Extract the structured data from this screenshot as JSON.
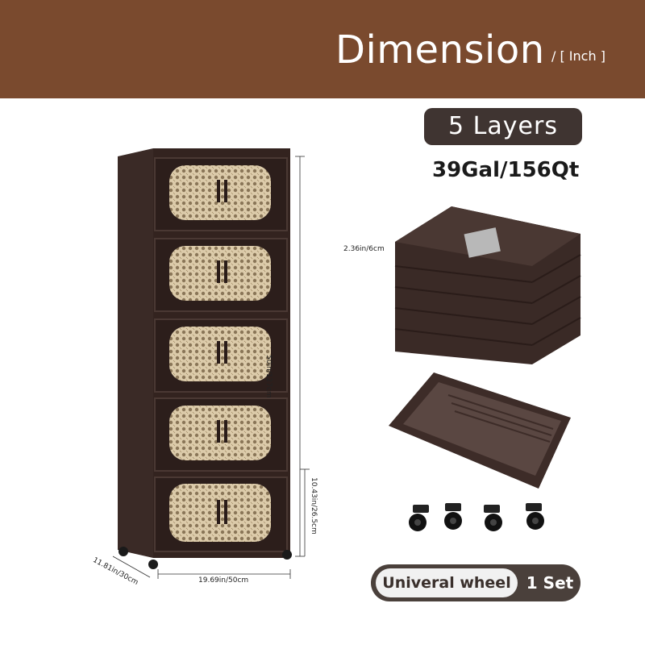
{
  "header": {
    "title": "Dimension",
    "unit": "/ [ Inch ]"
  },
  "product": {
    "layers": "5 Layers",
    "capacity": "39Gal/156Qt"
  },
  "dimensions": {
    "height": "50in/127cm",
    "layer_height": "10.43in/26.5cm",
    "width": "19.69in/50cm",
    "depth": "11.81in/30cm",
    "folded_thickness": "2.36in/6cm"
  },
  "wheels": {
    "label": "Univeral wheel",
    "quantity": "1 Set"
  },
  "colors": {
    "header_bg": "#7a4a2e",
    "cabinet": "#3a2a26",
    "rattan": "#d9c8a6",
    "pill": "#4a403b"
  }
}
